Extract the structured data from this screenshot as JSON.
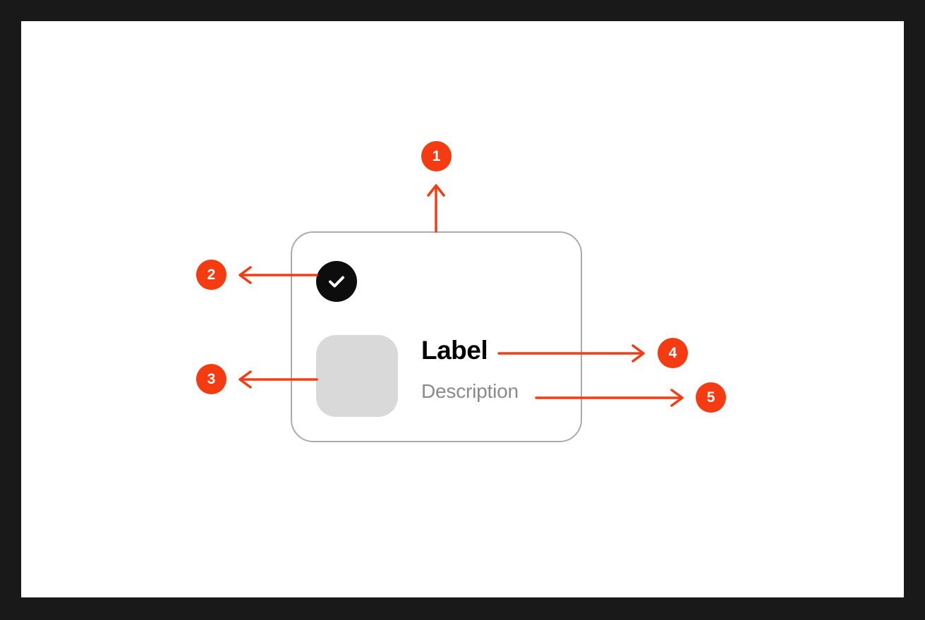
{
  "frame": {
    "background_color": "#191919",
    "canvas_color": "#ffffff"
  },
  "accent_color": "#f43b11",
  "component": {
    "name": "selection-card",
    "border_color": "#ababab",
    "check_icon": "check-icon",
    "check_circle_color": "#0d0d0d",
    "thumbnail": {
      "name": "thumbnail-placeholder",
      "color": "#d9d9d9"
    },
    "label": "Label",
    "description": "Description",
    "label_color": "#000000",
    "description_color": "#8a8a8a"
  },
  "callouts": [
    {
      "number": "1",
      "target": "card-container",
      "direction": "up"
    },
    {
      "number": "2",
      "target": "check-circle",
      "direction": "left"
    },
    {
      "number": "3",
      "target": "thumbnail-placeholder",
      "direction": "left"
    },
    {
      "number": "4",
      "target": "label-text",
      "direction": "right"
    },
    {
      "number": "5",
      "target": "description-text",
      "direction": "right"
    }
  ]
}
